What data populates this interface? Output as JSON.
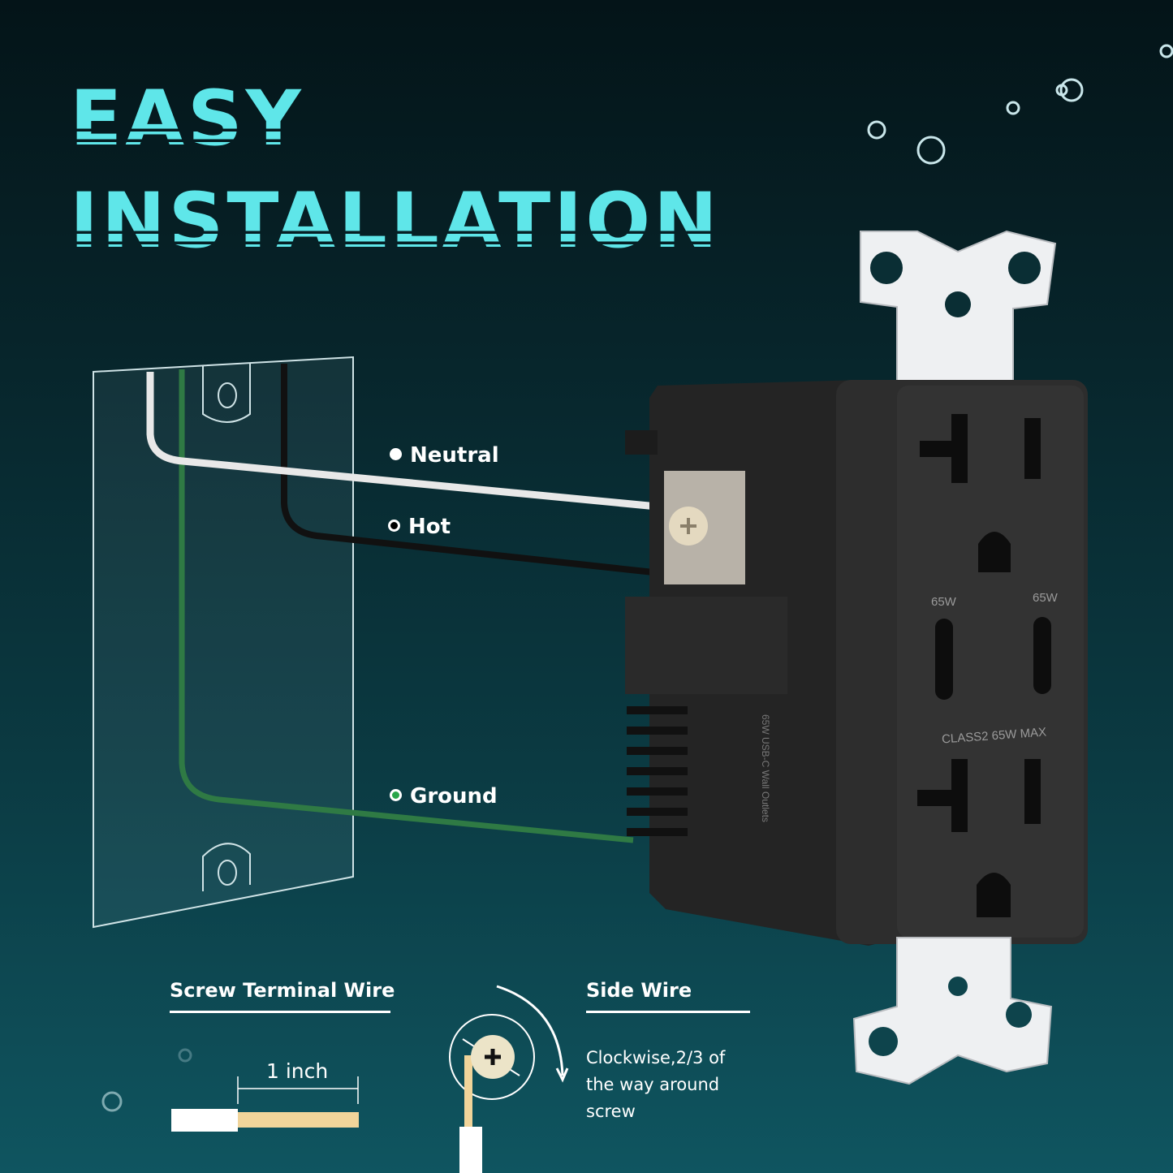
{
  "title": {
    "line1": "EASY",
    "line2": "INSTALLATION"
  },
  "wires": [
    {
      "label": "Neutral",
      "color": "#ffffff"
    },
    {
      "label": "Hot",
      "color": "#000000"
    },
    {
      "label": "Ground",
      "color": "#2aa64a"
    }
  ],
  "outlet": {
    "usb_left": "65W",
    "usb_right": "65W",
    "rating": "CLASS2 65W MAX",
    "side_text": "65W USB-C Wall Outlets"
  },
  "screw_terminal": {
    "heading": "Screw Terminal Wire",
    "measure": "1 inch"
  },
  "side_wire": {
    "heading": "Side Wire",
    "instruction": "Clockwise,2/3 of the way around screw"
  },
  "colors": {
    "accent": "#5fe6e9",
    "copper": "#f0d49a"
  }
}
